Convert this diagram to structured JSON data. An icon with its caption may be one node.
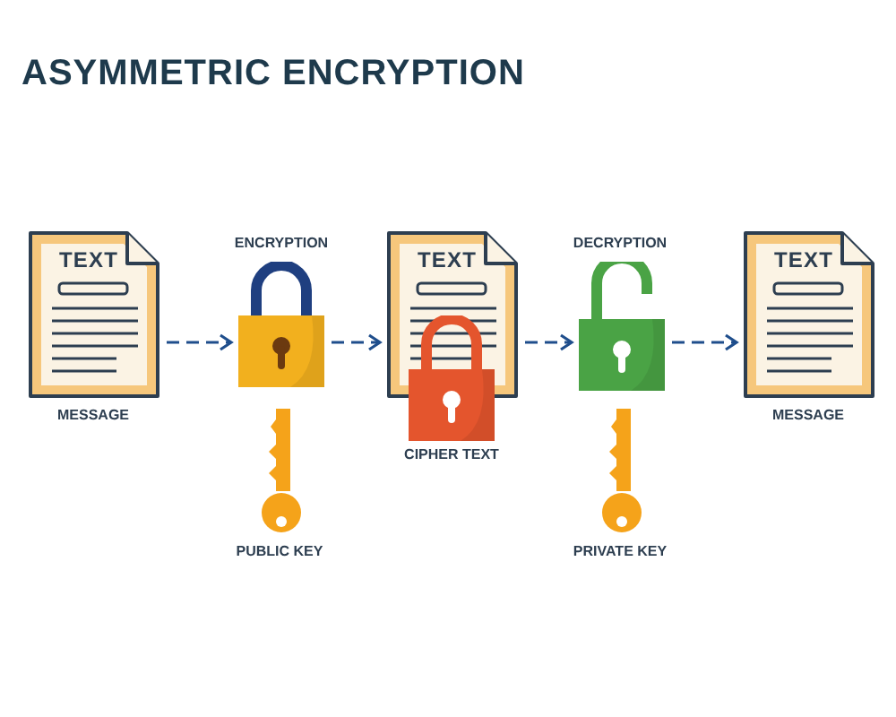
{
  "diagram": {
    "title": "ASYMMETRIC ENCRYPTION",
    "nodes": [
      {
        "text": [
          "TEXT"
        ],
        "beside": [
          "MESSAGE"
        ]
      },
      {
        "text": [],
        "shape": "padlock",
        "beside": [
          "ENCRYPTION"
        ]
      },
      {
        "text": [
          "TEXT"
        ]
      },
      {
        "text": [],
        "shape": "padlock",
        "beside": [
          "CIPHER TEXT"
        ]
      },
      {
        "text": [],
        "shape": "padlock",
        "beside": [
          "DECRYPTION"
        ]
      },
      {
        "text": [
          "TEXT"
        ],
        "beside": [
          "MESSAGE"
        ]
      }
    ],
    "edges": [
      {
        "from": 0,
        "to": 1,
        "arrow": "to",
        "style": "dashed"
      },
      {
        "from": 1,
        "to": 2,
        "arrow": "to",
        "style": "dashed"
      },
      {
        "from": 2,
        "to": 4,
        "arrow": "to",
        "style": "dashed"
      },
      {
        "from": 4,
        "to": 5,
        "arrow": "to",
        "style": "dashed"
      }
    ],
    "labels": [
      "PUBLIC KEY",
      "PRIVATE KEY"
    ]
  }
}
